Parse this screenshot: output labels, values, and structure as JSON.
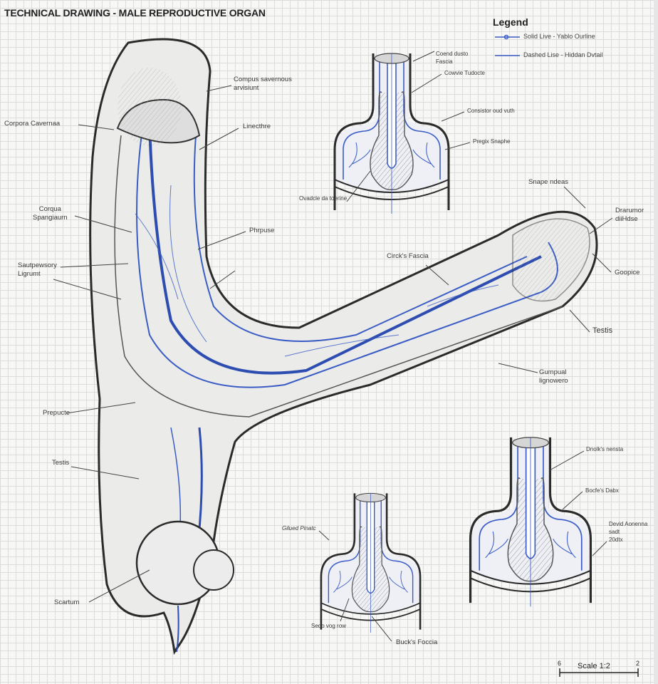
{
  "title": "TECHNICAL DRAWING - MALE REPRODUCTIVE ORGAN",
  "legend": {
    "title": "Legend",
    "items": [
      {
        "label": "Solid Live - Yablo Ourline",
        "style": "solid-dot"
      },
      {
        "label": "Dashed Lise - Hiddan Dvtail",
        "style": "dashed"
      }
    ]
  },
  "colors": {
    "outline": "#2b2b2b",
    "vessel": "#2f4fb8",
    "fill": "#e8e8e6"
  },
  "main_labels": {
    "corpus_cavernosum_1": "Compus savernous",
    "corpus_cavernosum_2": "arvisiunt",
    "corpora_cavernosa": "Corpora Cavernaa",
    "urethra": "Linecthre",
    "corpus_spongiosum_1": "Corqua",
    "corpus_spongiosum_2": "Spangiaurn",
    "prepuce_top": "Phrpuse",
    "suspensory_1": "Sautpewsory",
    "suspensory_2": "Ligrumt",
    "colles_fascia": "Circk's Fascia",
    "prepuce_left": "Prepucte",
    "testis_left": "Testis",
    "scrotum": "Scartum",
    "snape_ndeas": "Snape ndeas",
    "drarumor_1": "Drarumor",
    "drarumor_2": "diiHdse",
    "goopice": "Goopice",
    "testis_right": "Testis",
    "gumpual_1": "Gumpual",
    "gumpual_2": "lignowero"
  },
  "section_top": {
    "l1a": "Coend dusto",
    "l1b": "Fascia",
    "l2": "Cowvie Tudocte",
    "l3": "Consistor oud vuth",
    "l4": "Pregix Snaphe",
    "l5": "Ovadcle da toerine"
  },
  "section_bottom_mid": {
    "l1": "Gilued Pinatc",
    "l2": "Sedo vog row",
    "l3": "Buck's Foccia"
  },
  "section_bottom_right": {
    "l1": "Dnolk's nensta",
    "l2": "Bocfe's Dabx",
    "l3a": "Devid Aonenna",
    "l3b": "sadt",
    "l3c": "20dtx"
  },
  "scale": {
    "left": "6",
    "label": "Scale 1:2",
    "right": "2"
  }
}
